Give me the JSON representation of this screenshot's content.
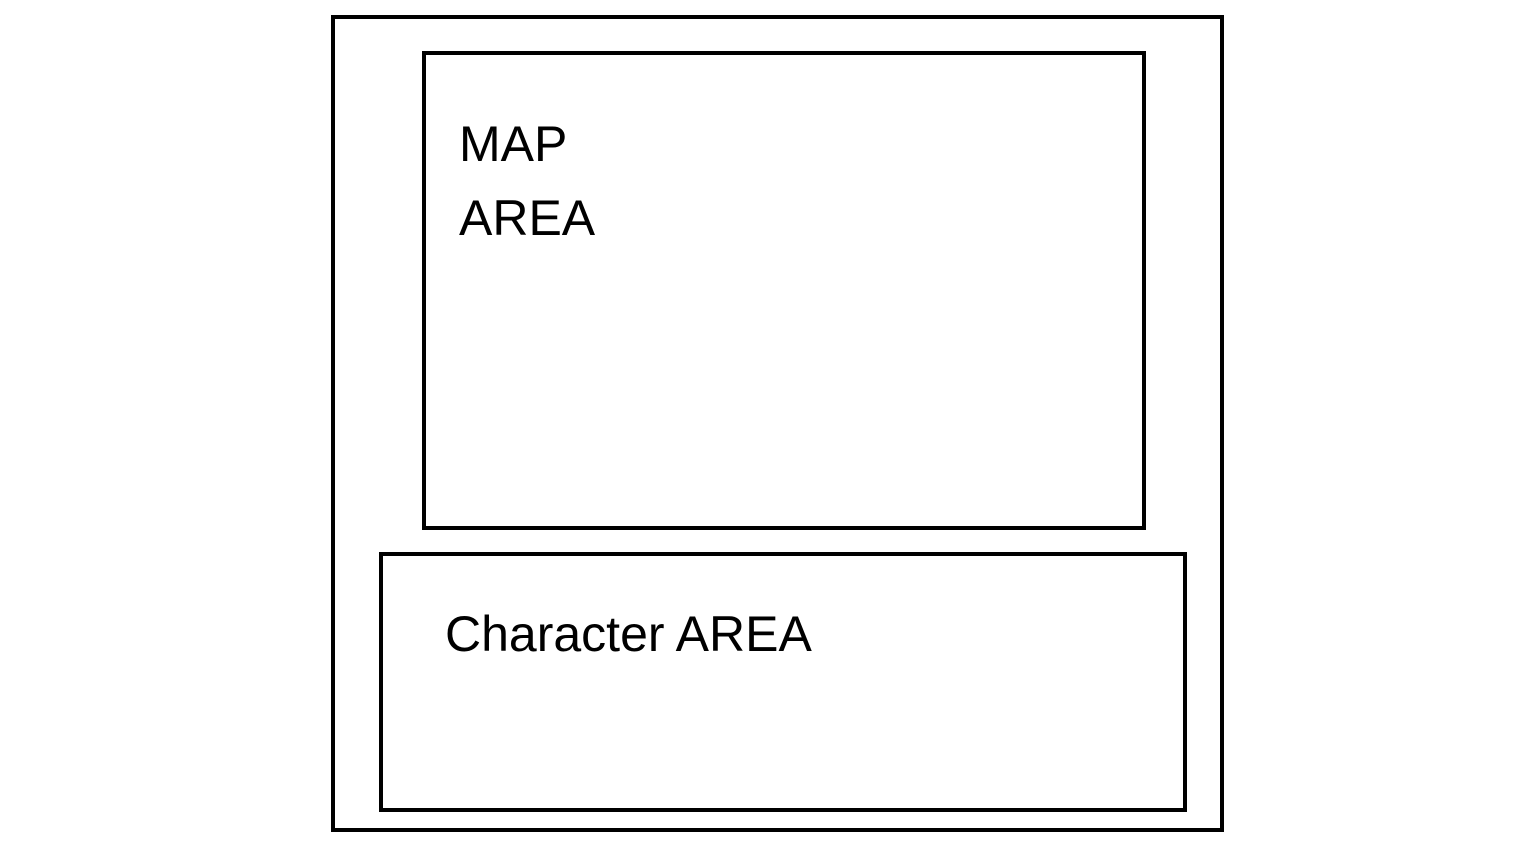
{
  "map_area": {
    "label_line1": "MAP",
    "label_line2": "AREA"
  },
  "character_area": {
    "label": "Character AREA"
  }
}
